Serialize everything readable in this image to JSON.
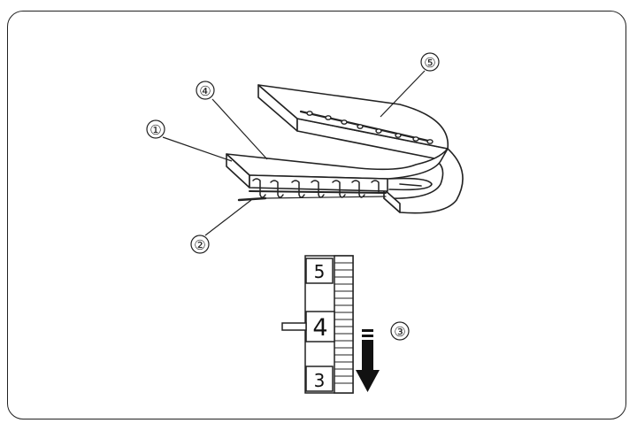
{
  "callouts": {
    "c1": "①",
    "c2": "②",
    "c3": "③",
    "c4": "④",
    "c5": "⑤"
  },
  "dial": {
    "upper": "5",
    "current": "4",
    "lower": "3"
  },
  "colors": {
    "line": "#222222",
    "fill": "#ffffff",
    "arrow": "#111111"
  },
  "icons": {
    "direction": "arrow-down-icon"
  }
}
